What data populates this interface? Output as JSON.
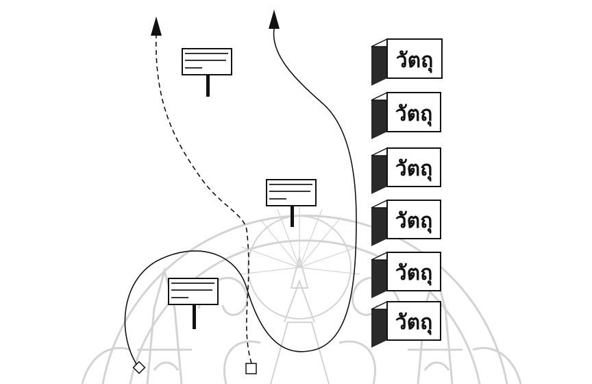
{
  "boxes": [
    {
      "label": "วัตถุ"
    },
    {
      "label": "วัตถุ"
    },
    {
      "label": "วัตถุ"
    },
    {
      "label": "วัตถุ"
    },
    {
      "label": "วัตถุ"
    },
    {
      "label": "วัตถุ"
    }
  ],
  "colors": {
    "ink": "#111111",
    "watermark": "#c9c9c9",
    "box_face": "#ffffff",
    "box_side": "#2a2a2a"
  },
  "watermark": "seal-emblem"
}
